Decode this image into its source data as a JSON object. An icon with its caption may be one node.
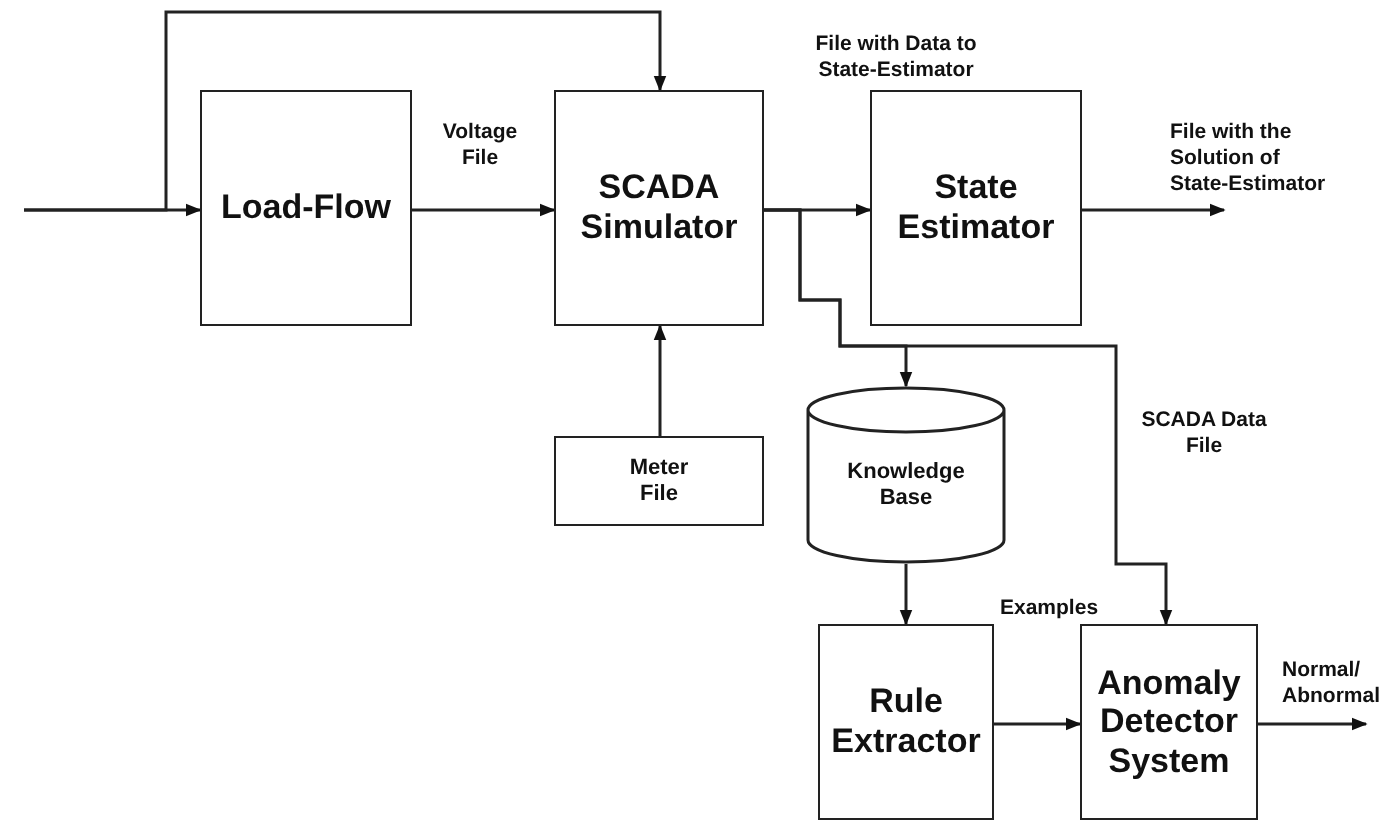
{
  "diagram": {
    "nodes": [
      {
        "text": [
          "Load-Flow"
        ]
      },
      {
        "text": [
          "SCADA Simulator"
        ]
      },
      {
        "text": [
          "State Estimator"
        ]
      },
      {
        "text": [
          "Meter File"
        ]
      },
      {
        "text": [
          "Knowledge Base"
        ]
      },
      {
        "text": [
          "Rule Extractor"
        ]
      },
      {
        "text": [
          "Anomaly Detector System"
        ]
      }
    ],
    "edges": [
      {
        "from": null,
        "to": 0,
        "arrow": "to"
      },
      {
        "from": null,
        "to": 1,
        "arrow": "to"
      },
      {
        "from": 0,
        "to": 1,
        "arrow": "to",
        "label": "Voltage File"
      },
      {
        "from": 1,
        "to": 2,
        "arrow": "to"
      },
      {
        "from": 2,
        "to": null,
        "arrow": "to",
        "label": "File with the Solution of State-Estimator"
      },
      {
        "from": 3,
        "to": 1,
        "arrow": "to"
      },
      {
        "from": 1,
        "to": 4,
        "arrow": "to"
      },
      {
        "from": 1,
        "to": 6,
        "arrow": "to",
        "label": "SCADA Data File"
      },
      {
        "from": 4,
        "to": 5,
        "arrow": "to"
      },
      {
        "from": 5,
        "to": 6,
        "arrow": "to",
        "label": "Examples"
      },
      {
        "from": 6,
        "to": null,
        "arrow": "to",
        "label": "Normal/ Abnormal"
      }
    ],
    "labels": [
      "File with Data to State-Estimator"
    ]
  }
}
